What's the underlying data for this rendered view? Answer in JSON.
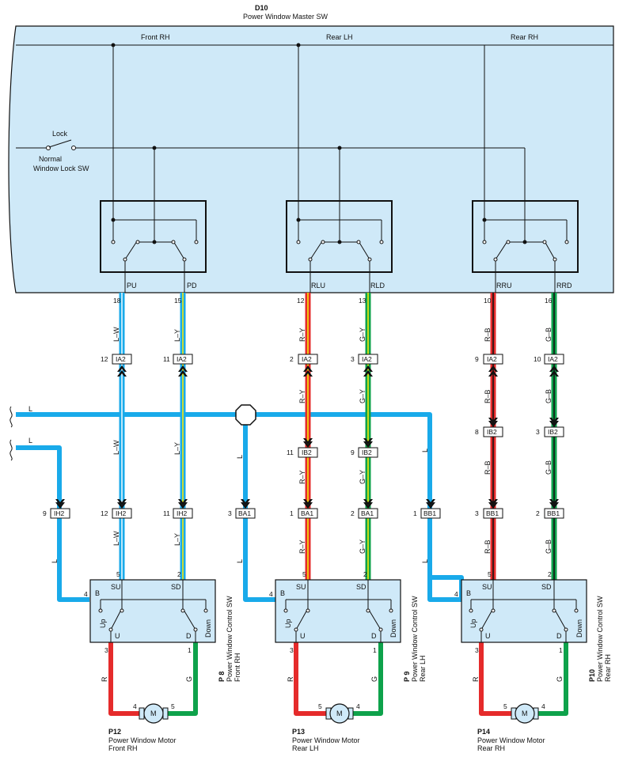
{
  "master": {
    "code": "D10",
    "name": "Power Window Master SW",
    "sections": [
      "Front RH",
      "Rear LH",
      "Rear RH"
    ],
    "lock_label": "Lock",
    "normal_label": "Normal",
    "lock_sw_label": "Window Lock SW"
  },
  "terminals": {
    "fu": "PU",
    "fd": "PD",
    "lu": "RLU",
    "ld": "RLD",
    "ru": "RRU",
    "rd": "RRD"
  },
  "pins_top": {
    "fu": "18",
    "fd": "15",
    "lu": "12",
    "ld": "13",
    "ru": "10",
    "rd": "16"
  },
  "wires": {
    "lw": "L–W",
    "ly": "L–Y",
    "ry": "R–Y",
    "gy": "G–Y",
    "rb": "R–B",
    "gb": "G–B",
    "l": "L",
    "r": "R",
    "g": "G"
  },
  "colors": {
    "panel": "#cfe9f8",
    "blue": "#19aaea",
    "red": "#e52b2b",
    "green": "#0ea24b",
    "yellow": "#f3e80b",
    "dark_green": "#0b6e32",
    "white": "#ffffff",
    "line": "#111111"
  },
  "connectors": {
    "ia2": "IA2",
    "ib2": "IB2",
    "ih2": "IH2",
    "ba1": "BA1",
    "bb1": "BB1",
    "fu_ia2": "12",
    "fd_ia2": "11",
    "lu_ia2": "2",
    "ld_ia2": "3",
    "ru_ia2": "9",
    "rd_ia2": "10",
    "lu_ib2": "11",
    "ld_ib2": "9",
    "ru_ib2": "8",
    "rd_ib2": "3",
    "ih2_left": "9",
    "fu_ih2": "12",
    "fd_ih2": "11",
    "ba1_left": "3",
    "lu_ba1": "1",
    "ld_ba1": "2",
    "bb1_left": "1",
    "ru_bb1": "3",
    "rd_bb1": "2"
  },
  "switches": [
    {
      "code": "P 8",
      "name": "Power Window Control SW",
      "sub": "Front RH",
      "b_pin": "4",
      "su_pin": "5",
      "sd_pin": "2",
      "u_pin": "3",
      "d_pin": "1"
    },
    {
      "code": "P 9",
      "name": "Power Window Control SW",
      "sub": "Rear LH",
      "b_pin": "4",
      "su_pin": "5",
      "sd_pin": "2",
      "u_pin": "3",
      "d_pin": "1"
    },
    {
      "code": "P10",
      "name": "Power Window Control SW",
      "sub": "Rear RH",
      "b_pin": "4",
      "su_pin": "5",
      "sd_pin": "2",
      "u_pin": "3",
      "d_pin": "1"
    }
  ],
  "switch_labels": {
    "b": "B",
    "su": "SU",
    "sd": "SD",
    "up": "Up",
    "down": "Down",
    "u": "U",
    "d": "D"
  },
  "motors": [
    {
      "code": "P12",
      "name": "Power Window Motor",
      "sub": "Front RH",
      "left_pin": "4",
      "right_pin": "5",
      "m": "M"
    },
    {
      "code": "P13",
      "name": "Power Window Motor",
      "sub": "Rear LH",
      "left_pin": "5",
      "right_pin": "4",
      "m": "M"
    },
    {
      "code": "P14",
      "name": "Power Window Motor",
      "sub": "Rear RH",
      "left_pin": "5",
      "right_pin": "4",
      "m": "M"
    }
  ]
}
